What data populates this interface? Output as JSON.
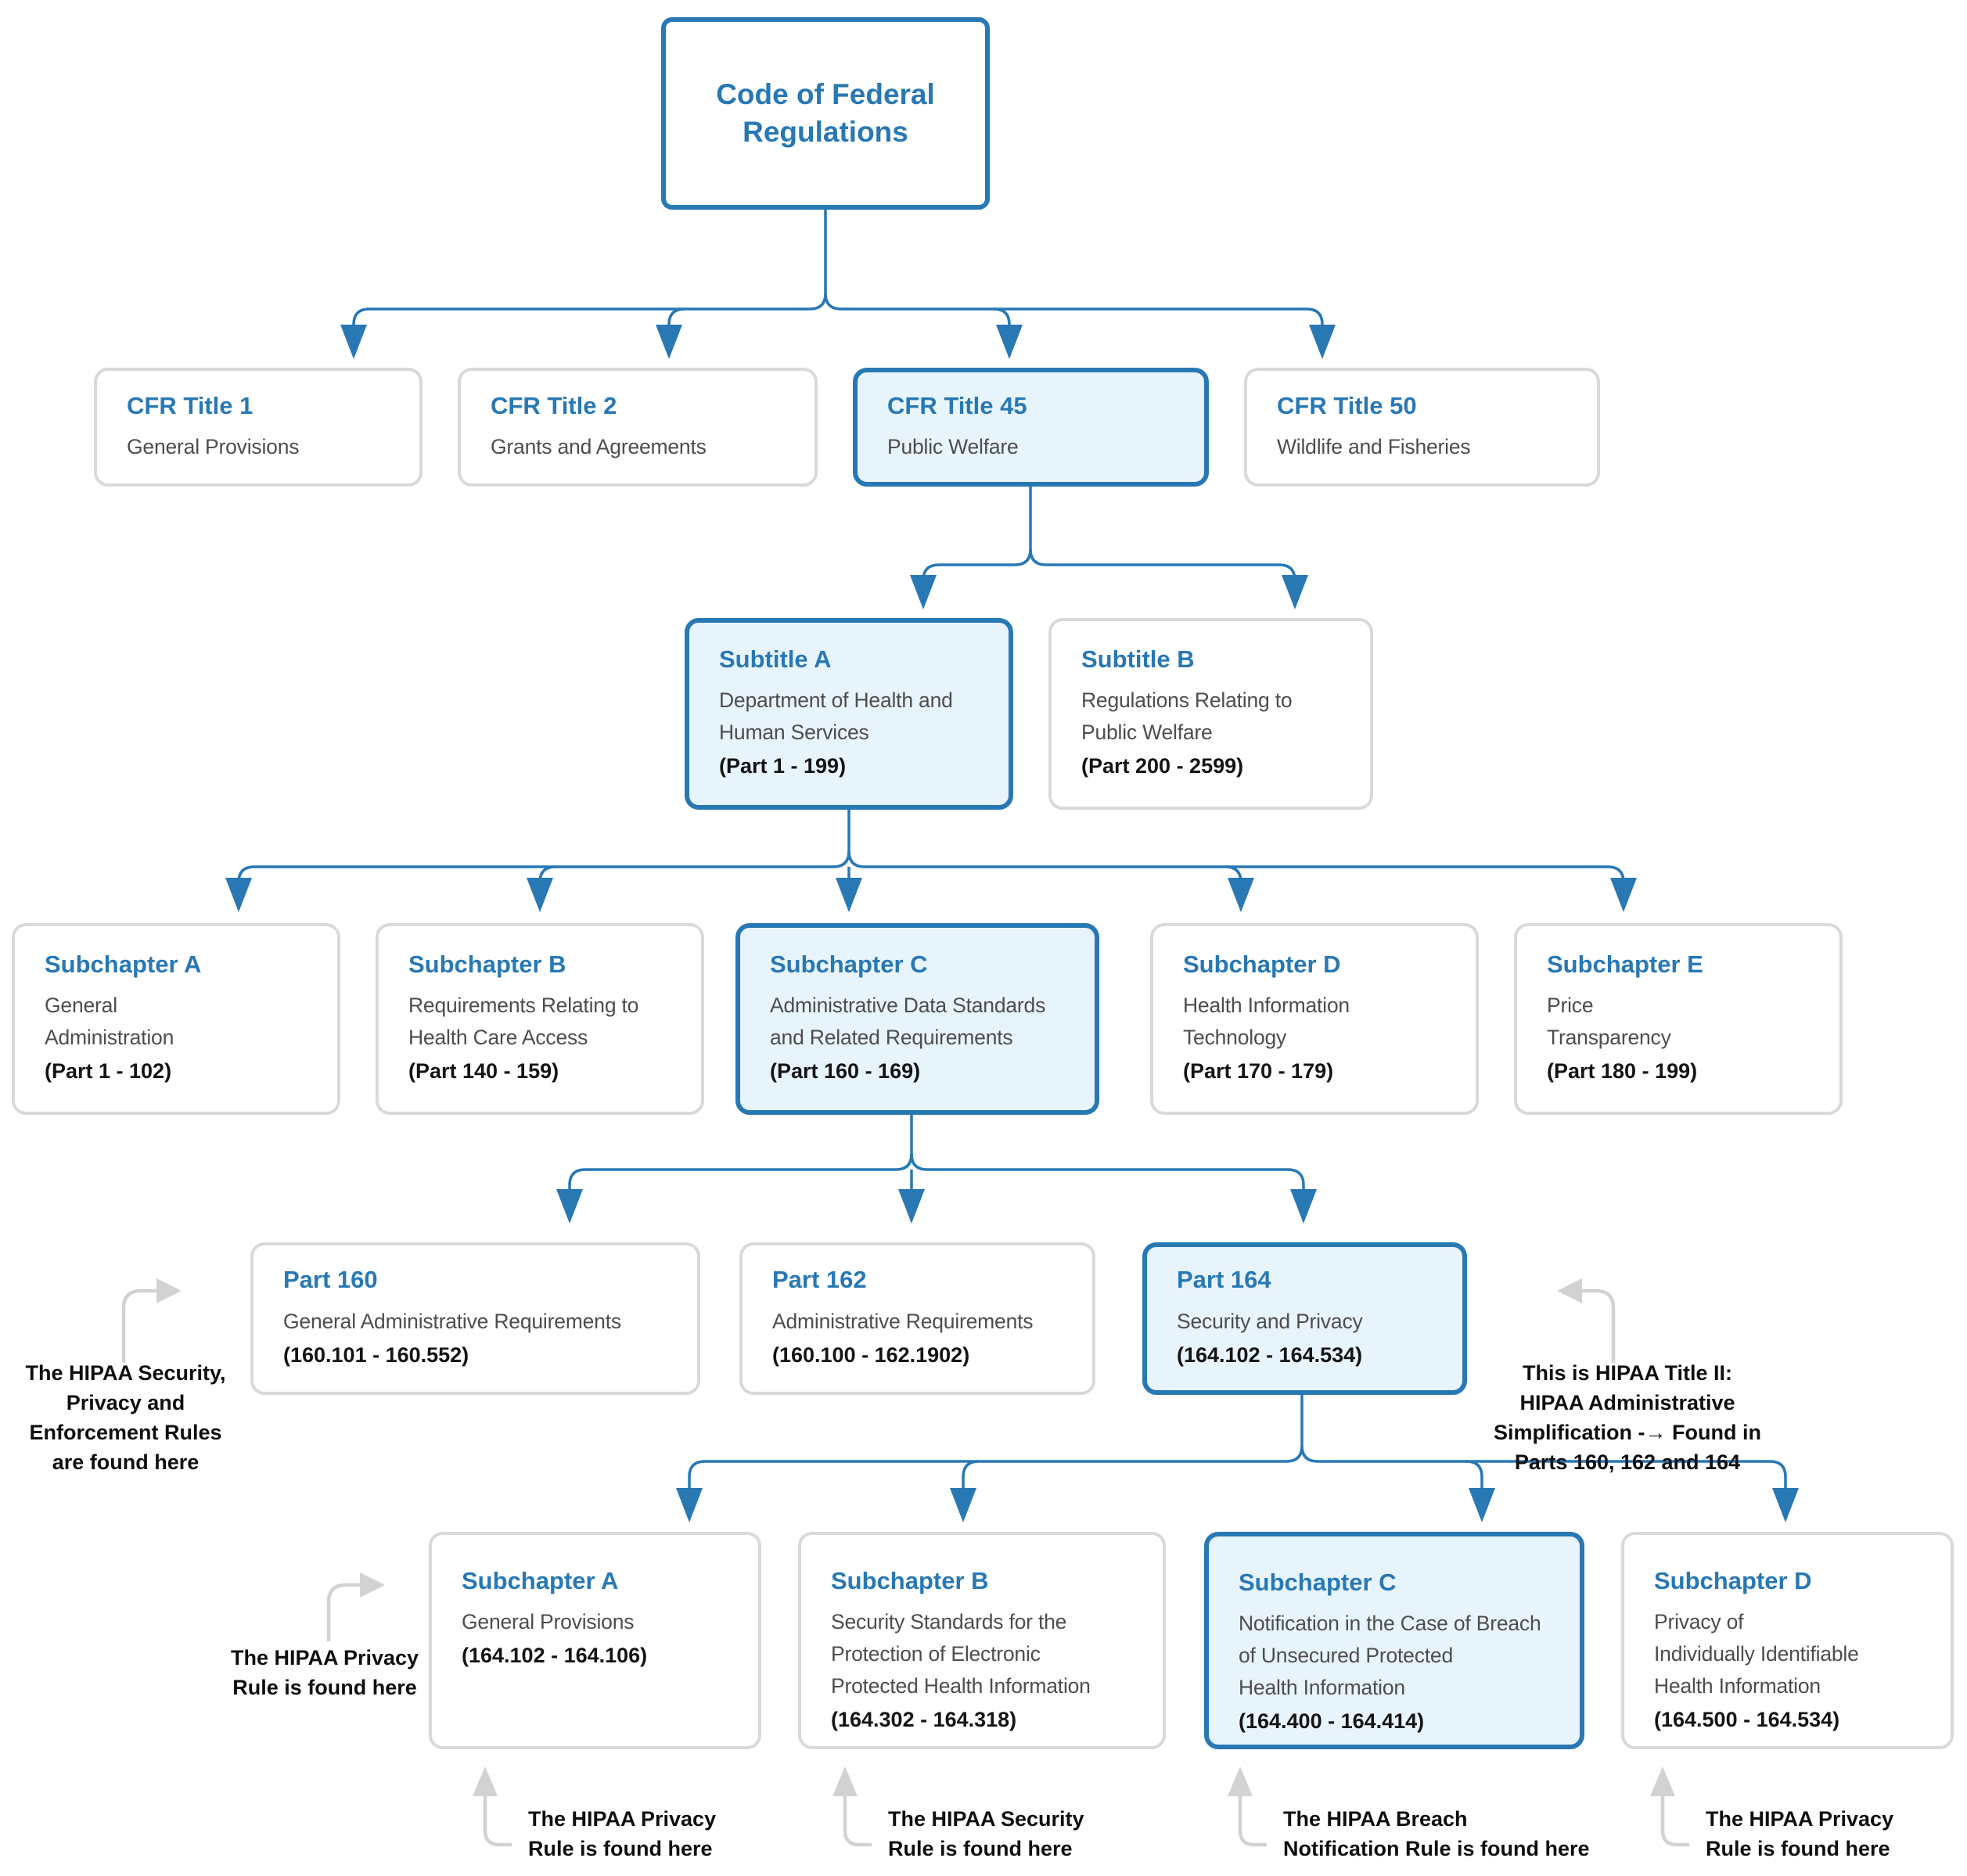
{
  "colors": {
    "accent": "#2878b4",
    "highlight_fill": "#e8f4fc",
    "border_gray": "#d9d9d9",
    "body_text": "#4d4d4d",
    "range_text": "#141414",
    "connector_blue": "#2878b4",
    "arrow_gray": "#d2d2d2",
    "annotation_text": "#0f0f0f"
  },
  "root": {
    "title": "Code of Federal Regulations"
  },
  "titles": [
    {
      "label": "CFR Title 1",
      "desc": "General Provisions",
      "highlighted": false
    },
    {
      "label": "CFR Title 2",
      "desc": "Grants and Agreements",
      "highlighted": false
    },
    {
      "label": "CFR Title 45",
      "desc": "Public Welfare",
      "highlighted": true
    },
    {
      "label": "CFR Title 50",
      "desc": "Wildlife and Fisheries",
      "highlighted": false
    }
  ],
  "subtitles": [
    {
      "label": "Subtitle A",
      "desc": "Department of Health and\nHuman Services",
      "range": "(Part 1 - 199)",
      "highlighted": true
    },
    {
      "label": "Subtitle B",
      "desc": "Regulations Relating to\nPublic Welfare",
      "range": "(Part 200 - 2599)",
      "highlighted": false
    }
  ],
  "subchapters_45": [
    {
      "label": "Subchapter A",
      "desc": "General\nAdministration",
      "range": "(Part 1 - 102)",
      "highlighted": false
    },
    {
      "label": "Subchapter B",
      "desc": "Requirements Relating to\nHealth Care Access",
      "range": "(Part 140 - 159)",
      "highlighted": false
    },
    {
      "label": "Subchapter C",
      "desc": "Administrative Data Standards\nand Related Requirements",
      "range": "(Part 160 - 169)",
      "highlighted": true
    },
    {
      "label": "Subchapter D",
      "desc": "Health Information\nTechnology",
      "range": "(Part 170 - 179)",
      "highlighted": false
    },
    {
      "label": "Subchapter E",
      "desc": "Price\nTransparency",
      "range": "(Part 180 - 199)",
      "highlighted": false
    }
  ],
  "parts": [
    {
      "label": "Part 160",
      "desc": "General Administrative Requirements",
      "range": "(160.101 - 160.552)",
      "highlighted": false
    },
    {
      "label": "Part 162",
      "desc": "Administrative Requirements",
      "range": "(160.100 - 162.1902)",
      "highlighted": false
    },
    {
      "label": "Part 164",
      "desc": "Security and Privacy",
      "range": "(164.102 - 164.534)",
      "highlighted": true
    }
  ],
  "subchapters_164": [
    {
      "label": "Subchapter A",
      "desc": "General Provisions",
      "range": "(164.102 - 164.106)",
      "highlighted": false
    },
    {
      "label": "Subchapter B",
      "desc": "Security Standards for the\nProtection of Electronic\nProtected Health Information",
      "range": "(164.302 - 164.318)",
      "highlighted": false
    },
    {
      "label": "Subchapter C",
      "desc": "Notification in the Case of Breach\nof Unsecured Protected\nHealth Information",
      "range": "(164.400 - 164.414)",
      "highlighted": true
    },
    {
      "label": "Subchapter D",
      "desc": "Privacy of\nIndividually Identifiable\nHealth Information",
      "range": "(164.500 - 164.534)",
      "highlighted": false
    }
  ],
  "annotations": {
    "rules_found_here": "The HIPAA Security,\nPrivacy and\nEnforcement Rules\nare found here",
    "hipaa_title_2": "This is HIPAA Title II:\nHIPAA Administrative\nSimplification -→ Found in\nParts 160, 162 and 164",
    "privacy_rule_side": "The HIPAA Privacy\nRule is found here",
    "privacy_rule_bottom_1": "The HIPAA Privacy\nRule is found here",
    "security_rule_bottom": "The HIPAA Security\nRule is found here",
    "breach_rule_bottom": "The HIPAA Breach\nNotification Rule is found here",
    "privacy_rule_bottom_2": "The HIPAA Privacy\nRule is found here"
  }
}
